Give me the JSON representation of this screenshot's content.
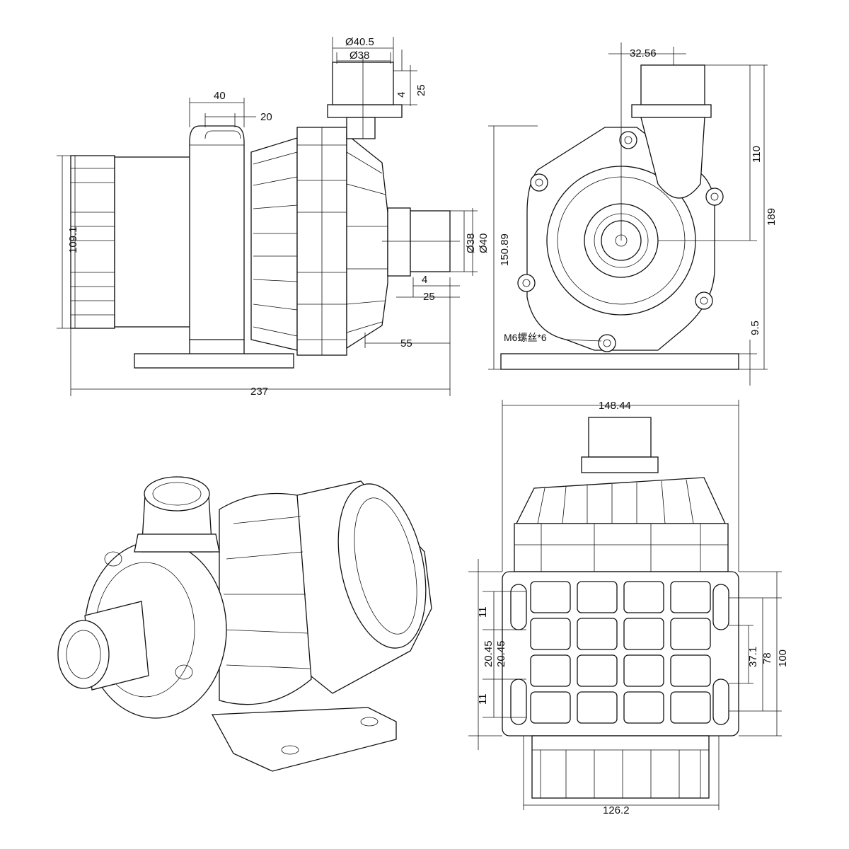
{
  "drawing": {
    "side_view": {
      "dims": {
        "outlet_od": "Ø40.5",
        "outlet_id": "Ø38",
        "outlet_4": "4",
        "outlet_25": "25",
        "foot_40": "40",
        "foot_20": "20",
        "motor_dia": "109.1",
        "inlet_id": "Ø38",
        "inlet_od": "Ø40",
        "inlet_4": "4",
        "inlet_25": "25",
        "inlet_55": "55",
        "overall_length": "237"
      }
    },
    "front_view": {
      "dims": {
        "offset": "32.56",
        "h110": "110",
        "h189": "189",
        "h150": "150.89",
        "h9_5": "9.5"
      },
      "screw_note": "M6螺丝*6"
    },
    "top_view": {
      "dims": {
        "width_top": "148.44",
        "width_bottom": "126.2",
        "slot_11_top": "11",
        "slot_20_45_a": "20.45",
        "slot_20_45_b": "20.45",
        "slot_11_bottom": "11",
        "d37_1": "37.1",
        "d78": "78",
        "d100": "100"
      }
    },
    "iso_view": {}
  }
}
